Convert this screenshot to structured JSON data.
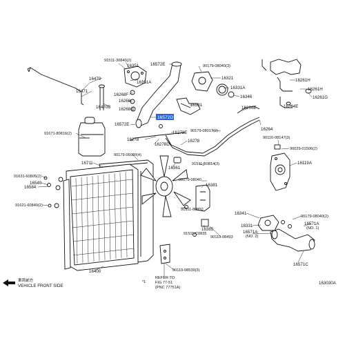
{
  "diagram": {
    "highlighted_part": "16572D",
    "highlight_color": "#2a63d6",
    "labels": {
      "p91511_30840": "91511-30840(2)",
      "p16351": "16351",
      "p16572e_top": "16572E",
      "p90179_08040_3": "90179-08040(3)",
      "p16321": "16321",
      "p16470": "16470",
      "p16471": "16471",
      "p16351a": "16351A",
      "p16268f": "16268F",
      "p16268": "16268",
      "p16268g": "16268G",
      "p16470b": "16470B",
      "p16331a": "16331A",
      "p16346": "16346",
      "p16581": "16581",
      "p16572d": "16572D",
      "p16264e_a": "16264E",
      "p16261h": "16261H",
      "p16261h_b": "16261H",
      "p16261g": "16261G",
      "p16264e_b": "16264E",
      "p16572e_mid": "16572E",
      "p91671_80816": "91671-80816(2)",
      "p16278e": "16278E",
      "p90179_08017": "90179-08017(2)",
      "p16264": "16264",
      "p16278": "16278",
      "p16278d": "16278D",
      "p16278_b": "16278",
      "p90116_08147": "90116-08147(3)",
      "p90029_01506": "90029-01506(2)",
      "p90179_06080": "90179-06080(4)",
      "p16711": "16711",
      "p16361": "16361",
      "p91511_b0814": "91511-B0814(3)",
      "p16119a": "16119A",
      "p91631_60805": "91631-60805(2)",
      "p16549": "16549",
      "p16584": "16584",
      "p90179_08040": "90179-08040",
      "p16381": "16381",
      "p91621_60840": "91621-60840(2)",
      "p91511_80850": "91511-80850",
      "p16341": "16341",
      "p90179_08040_2": "90179-08040(2)",
      "p16571a_1": "16571A",
      "p16571a_1_note": "(NO. 1)",
      "p16331": "16331",
      "p16385": "16385",
      "p16571a_2": "16571A",
      "p16571a_2_note": "(NO. 2)",
      "p91511_c0835": "91511-C0835",
      "p90119_08493": "90119-08493",
      "p16400": "16400",
      "p16571c": "16571C",
      "p90119_08539": "90119-08539(3)",
      "refer_star": "*1",
      "refer_line1": "REFER TO",
      "refer_line2": "FIG 77-51",
      "refer_line3": "(PNC 77751A)"
    },
    "front_jp": "車両前方",
    "front_en": "VEHICLE FRONT SIDE",
    "figure_number": "163030A"
  }
}
